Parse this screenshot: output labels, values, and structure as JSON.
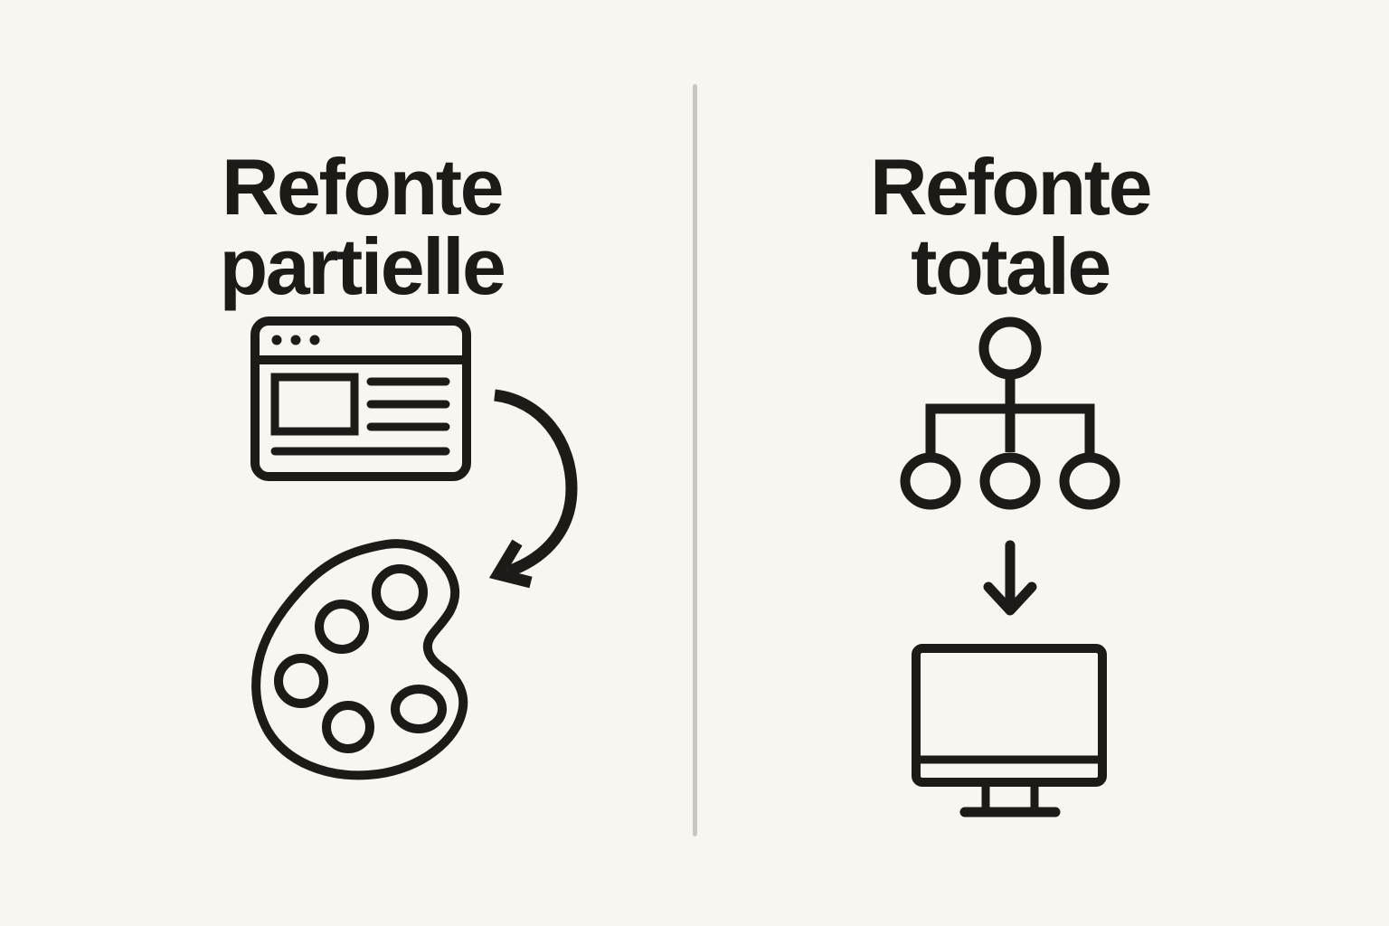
{
  "meta": {
    "background_color": "#f8f6f1",
    "ink_color": "#1d1b18",
    "divider_color": "#c7c7c6"
  },
  "left_panel": {
    "title_line1": "Refonte",
    "title_line2": "partielle",
    "icons": [
      "browser-window-icon",
      "curved-arrow-icon",
      "palette-icon"
    ]
  },
  "right_panel": {
    "title_line1": "Refonte",
    "title_line2": "totale",
    "icons": [
      "sitemap-icon",
      "down-arrow-icon",
      "monitor-icon"
    ]
  }
}
